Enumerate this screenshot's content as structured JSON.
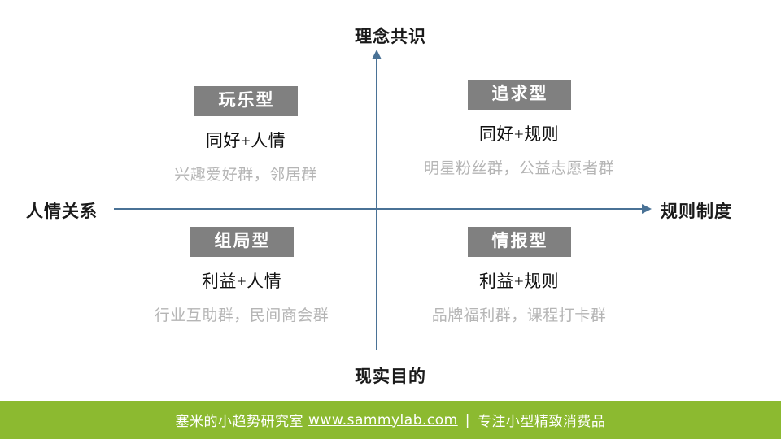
{
  "axes": {
    "top_label": "理念共识",
    "bottom_label": "现实目的",
    "left_label": "人情关系",
    "right_label": "规则制度",
    "axis_color": "#4A7296"
  },
  "quadrants": {
    "top_left": {
      "badge": "玩乐型",
      "subtitle": "同好+人情",
      "examples": "兴趣爱好群，邻居群"
    },
    "top_right": {
      "badge": "追求型",
      "subtitle": "同好+规则",
      "examples": "明星粉丝群，公益志愿者群"
    },
    "bottom_left": {
      "badge": "组局型",
      "subtitle": "利益+人情",
      "examples": "行业互助群，民间商会群"
    },
    "bottom_right": {
      "badge": "情报型",
      "subtitle": "利益+规则",
      "examples": "品牌福利群，课程打卡群"
    }
  },
  "footer": {
    "brand": "塞米的小趋势研究室",
    "url": "www.sammylab.com",
    "divider": "|",
    "tagline": "专注小型精致消费品",
    "background_color": "#8CBA30",
    "text_color": "#FFFFFF"
  },
  "style": {
    "badge_background": "#808080",
    "badge_text_color": "#FFFFFF",
    "subtitle_color": "#111111",
    "examples_color": "#B5B5B5"
  }
}
